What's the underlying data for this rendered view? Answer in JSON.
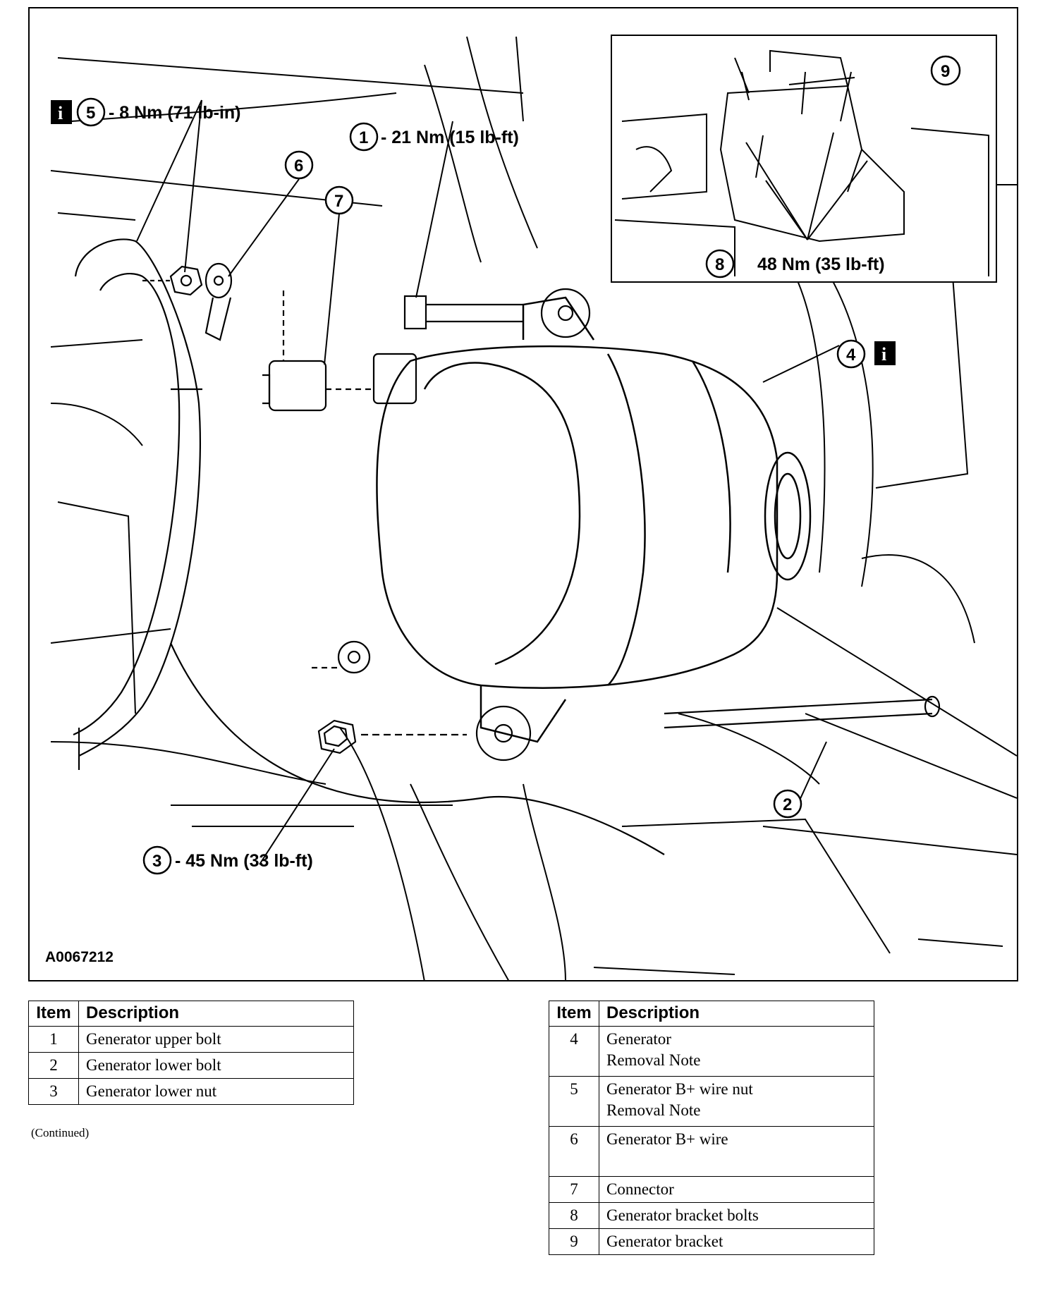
{
  "figure": {
    "id": "A0067212",
    "callouts": [
      {
        "num": "1",
        "torque": "- 21 Nm (15 lb-ft)"
      },
      {
        "num": "2",
        "torque": ""
      },
      {
        "num": "3",
        "torque": "- 45 Nm (33 lb-ft)"
      },
      {
        "num": "4",
        "torque": ""
      },
      {
        "num": "5",
        "torque": "- 8 Nm (71 lb-in)"
      },
      {
        "num": "6",
        "torque": ""
      },
      {
        "num": "7",
        "torque": ""
      },
      {
        "num": "8",
        "torque": "48 Nm (35 lb-ft)"
      },
      {
        "num": "9",
        "torque": ""
      }
    ],
    "info_icon": "i"
  },
  "table_left": {
    "headers": [
      "Item",
      "Description"
    ],
    "rows": [
      {
        "item": "1",
        "description": "Generator upper bolt"
      },
      {
        "item": "2",
        "description": "Generator lower bolt"
      },
      {
        "item": "3",
        "description": "Generator lower nut"
      }
    ],
    "continued": "(Continued)"
  },
  "table_right": {
    "headers": [
      "Item",
      "Description"
    ],
    "rows": [
      {
        "item": "4",
        "line1": "Generator",
        "line2": "Removal Note"
      },
      {
        "item": "5",
        "line1": "Generator B+ wire nut",
        "line2": "Removal Note"
      },
      {
        "item": "6",
        "line1": "Generator B+ wire",
        "line2": ""
      },
      {
        "item": "7",
        "line1": "Connector",
        "line2": ""
      },
      {
        "item": "8",
        "line1": "Generator bracket bolts",
        "line2": ""
      },
      {
        "item": "9",
        "line1": "Generator bracket",
        "line2": ""
      }
    ]
  }
}
